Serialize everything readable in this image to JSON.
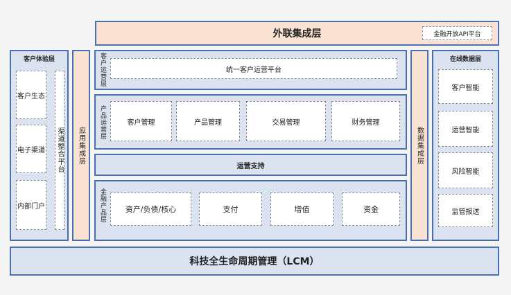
{
  "top_layer": {
    "title": "外联集成层",
    "tag": "金融开放API平台"
  },
  "customer_exp": {
    "title": "客户体验层",
    "items": [
      "客户生态",
      "电子渠道",
      "内部门户"
    ],
    "channel_platform": "渠道整合平台"
  },
  "app_integration": "应用集成层",
  "customer_ops": {
    "label": "客户运营层",
    "platform": "统一客户运营平台"
  },
  "product_ops": {
    "label": "产品运营层",
    "items": [
      "客户管理",
      "产品管理",
      "交易管理",
      "财务管理"
    ]
  },
  "ops_support": "运营支持",
  "financial_products": {
    "label": "金融产品层",
    "items": [
      "资产/负债/核心",
      "支付",
      "增值",
      "资金"
    ]
  },
  "data_integration": "数据集成层",
  "online_data": {
    "title": "在线数据层",
    "items": [
      "客户智能",
      "运营智能",
      "风险智能",
      "监管报送"
    ]
  },
  "bottom_layer": {
    "title": "科技全生命周期管理（LCM）"
  },
  "colors": {
    "border": "#4a6fb0",
    "blue_fill": "#dbe3f1",
    "peach_fill": "#fbe3d3"
  }
}
